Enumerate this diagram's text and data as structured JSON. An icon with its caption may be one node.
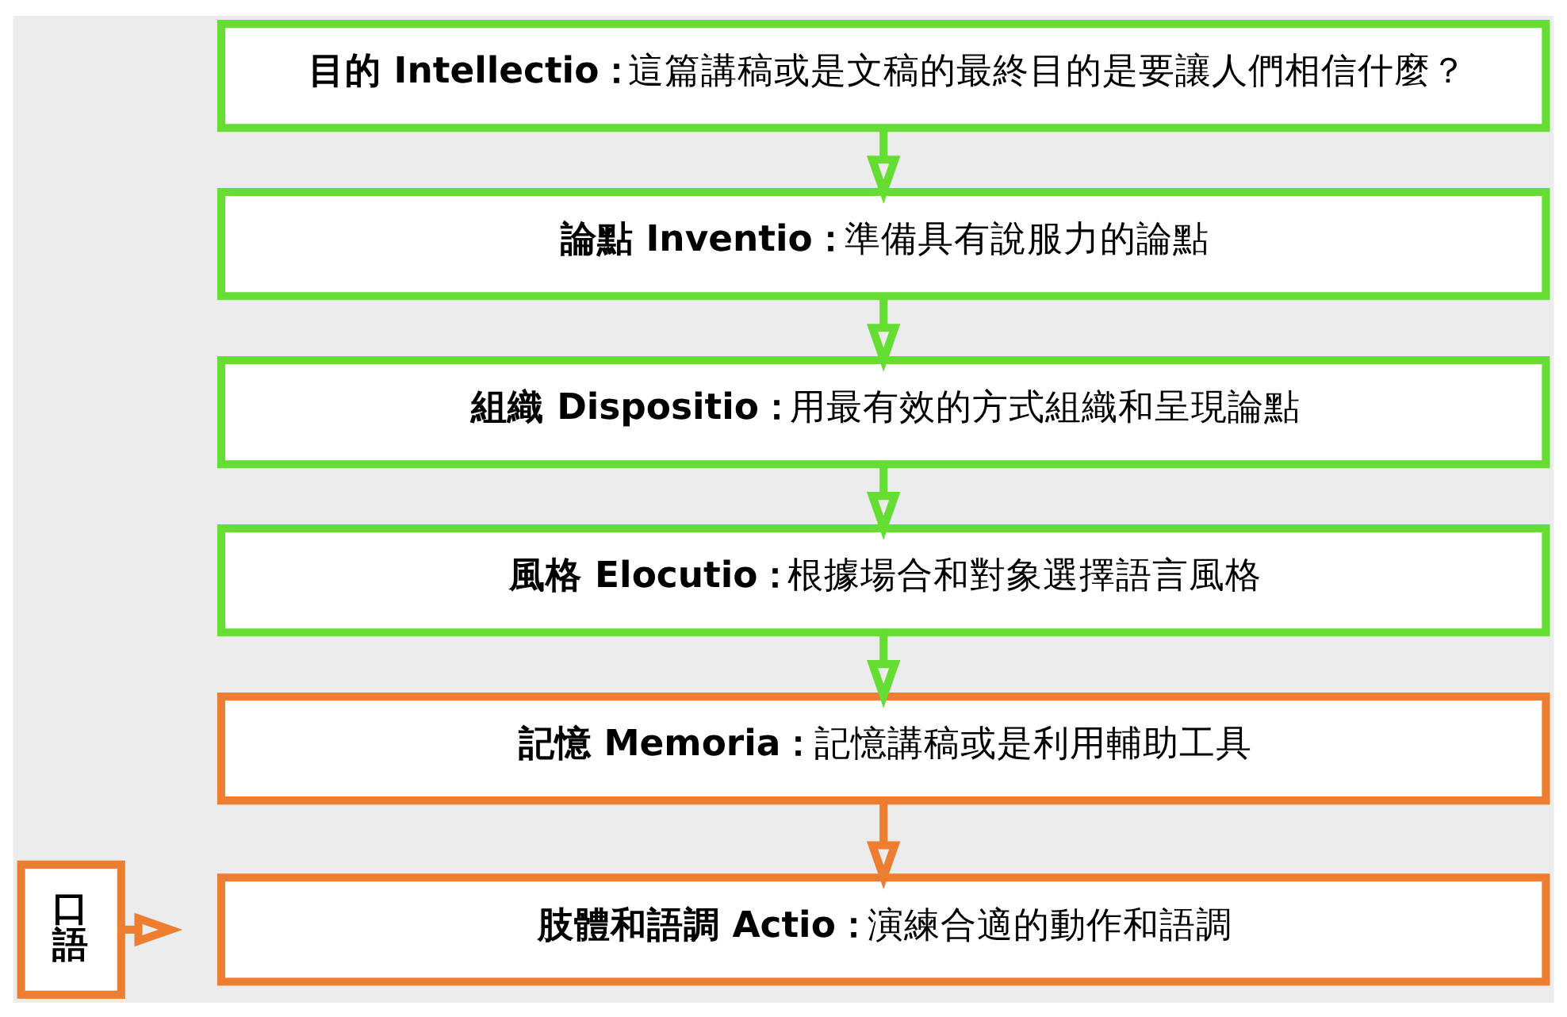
{
  "diagram": {
    "nodes": [
      {
        "text": [
          "目的 Intellectio：",
          "這篇講稿或是文稿的最終目的是要讓人們相信什麼？"
        ]
      },
      {
        "text": [
          "論點 Inventio：",
          "準備具有說服力的論點"
        ]
      },
      {
        "text": [
          "組織 Dispositio：",
          "用最有效的方式組織和呈現論點"
        ]
      },
      {
        "text": [
          "風格 Elocutio：",
          "根據場合和對象選擇語言風格"
        ]
      },
      {
        "text": [
          "記憶 Memoria：",
          "記憶講稿或是利用輔助工具"
        ]
      },
      {
        "text": [
          "肢體和語調 Actio：",
          "演練合適的動作和語調"
        ]
      },
      {
        "text": [
          "口語"
        ]
      }
    ],
    "edges": [
      {
        "from": 0,
        "to": 1,
        "arrow": "to"
      },
      {
        "from": 1,
        "to": 2,
        "arrow": "to"
      },
      {
        "from": 2,
        "to": 3,
        "arrow": "to"
      },
      {
        "from": 3,
        "to": 4,
        "arrow": "to"
      },
      {
        "from": 4,
        "to": 5,
        "arrow": "to",
        "color": "#ed7d31"
      },
      {
        "from": 6,
        "to": null,
        "arrow": "to",
        "color": "#ed7d31"
      }
    ]
  }
}
